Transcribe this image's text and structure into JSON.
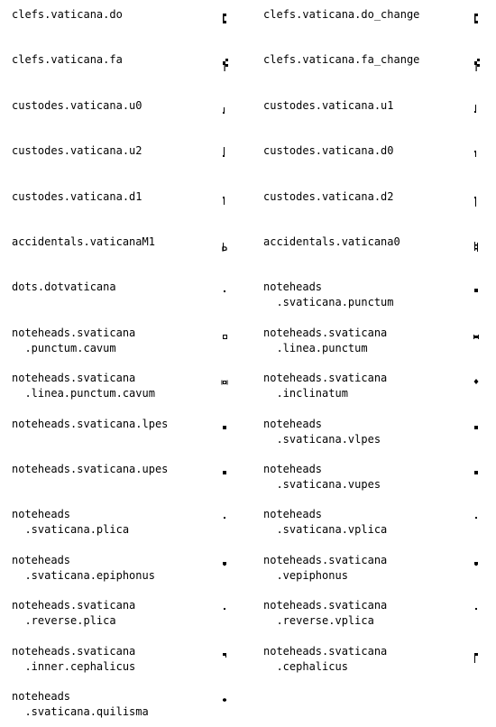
{
  "glyph_table": [
    {
      "name": "clefs.vaticana.do",
      "icon": "vaticana-do-clef-icon"
    },
    {
      "name": "clefs.vaticana.do_change",
      "icon": "vaticana-do-clef-change-icon"
    },
    {
      "name": "clefs.vaticana.fa",
      "icon": "vaticana-fa-clef-icon"
    },
    {
      "name": "clefs.vaticana.fa_change",
      "icon": "vaticana-fa-clef-change-icon"
    },
    {
      "name": "custodes.vaticana.u0",
      "icon": "custos-u0-icon"
    },
    {
      "name": "custodes.vaticana.u1",
      "icon": "custos-u1-icon"
    },
    {
      "name": "custodes.vaticana.u2",
      "icon": "custos-u2-icon"
    },
    {
      "name": "custodes.vaticana.d0",
      "icon": "custos-d0-icon"
    },
    {
      "name": "custodes.vaticana.d1",
      "icon": "custos-d1-icon"
    },
    {
      "name": "custodes.vaticana.d2",
      "icon": "custos-d2-icon"
    },
    {
      "name": "accidentals.vaticanaM1",
      "icon": "flat-icon"
    },
    {
      "name": "accidentals.vaticana0",
      "icon": "natural-icon"
    },
    {
      "name": "dots.dotvaticana",
      "icon": "dot-icon"
    },
    {
      "name": "noteheads\n  .svaticana.punctum",
      "icon": "punctum-icon"
    },
    {
      "name": "noteheads.svaticana\n  .punctum.cavum",
      "icon": "punctum-cavum-icon"
    },
    {
      "name": "noteheads.svaticana\n  .linea.punctum",
      "icon": "linea-punctum-icon"
    },
    {
      "name": "noteheads.svaticana\n  .linea.punctum.cavum",
      "icon": "linea-punctum-cavum-icon"
    },
    {
      "name": "noteheads.svaticana\n  .inclinatum",
      "icon": "inclinatum-icon"
    },
    {
      "name": "noteheads.svaticana.lpes",
      "icon": "lpes-icon"
    },
    {
      "name": "noteheads\n  .svaticana.vlpes",
      "icon": "vlpes-icon"
    },
    {
      "name": "noteheads.svaticana.upes",
      "icon": "upes-icon"
    },
    {
      "name": "noteheads\n  .svaticana.vupes",
      "icon": "vupes-icon"
    },
    {
      "name": "noteheads\n  .svaticana.plica",
      "icon": "plica-icon"
    },
    {
      "name": "noteheads\n  .svaticana.vplica",
      "icon": "vplica-icon"
    },
    {
      "name": "noteheads\n  .svaticana.epiphonus",
      "icon": "epiphonus-icon"
    },
    {
      "name": "noteheads.svaticana\n  .vepiphonus",
      "icon": "vepiphonus-icon"
    },
    {
      "name": "noteheads.svaticana\n  .reverse.plica",
      "icon": "reverse-plica-icon"
    },
    {
      "name": "noteheads.svaticana\n  .reverse.vplica",
      "icon": "reverse-vplica-icon"
    },
    {
      "name": "noteheads.svaticana\n  .inner.cephalicus",
      "icon": "inner-cephalicus-icon"
    },
    {
      "name": "noteheads.svaticana\n  .cephalicus",
      "icon": "cephalicus-icon"
    },
    {
      "name": "noteheads\n  .svaticana.quilisma",
      "icon": "quilisma-icon"
    }
  ]
}
